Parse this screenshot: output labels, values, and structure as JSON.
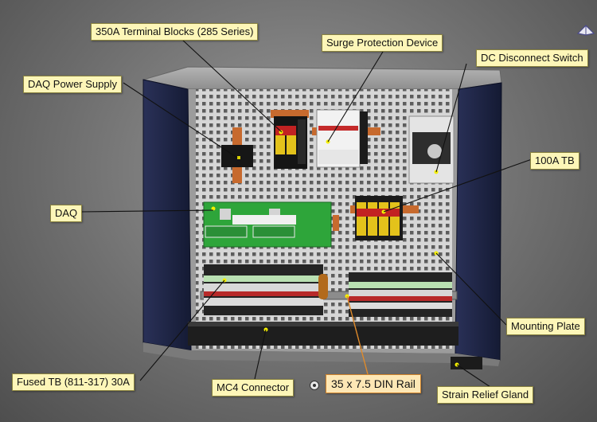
{
  "labels": {
    "terminal_350a": "350A Terminal Blocks (285 Series)",
    "surge": "Surge Protection Device",
    "dc_disconnect": "DC Disconnect Switch",
    "daq_power": "DAQ Power Supply",
    "tb_100a": "100A TB",
    "daq": "DAQ",
    "mounting_plate": "Mounting Plate",
    "fused_tb": "Fused TB (811-317) 30A",
    "mc4": "MC4 Connector",
    "din_rail": "35 x 7.5 DIN Rail",
    "strain_relief": "Strain Relief Gland"
  },
  "colors": {
    "callout_fill": "#fdf6b8",
    "highlight_fill": "#fde7b5",
    "highlight_border": "#d2842a",
    "leader": "#111111",
    "highlight_leader": "#e08a2a",
    "enclosure_door": "#1d2340",
    "backplate": "#dadada"
  },
  "icons": {
    "target": "target-icon",
    "corner": "view-cube-icon"
  }
}
